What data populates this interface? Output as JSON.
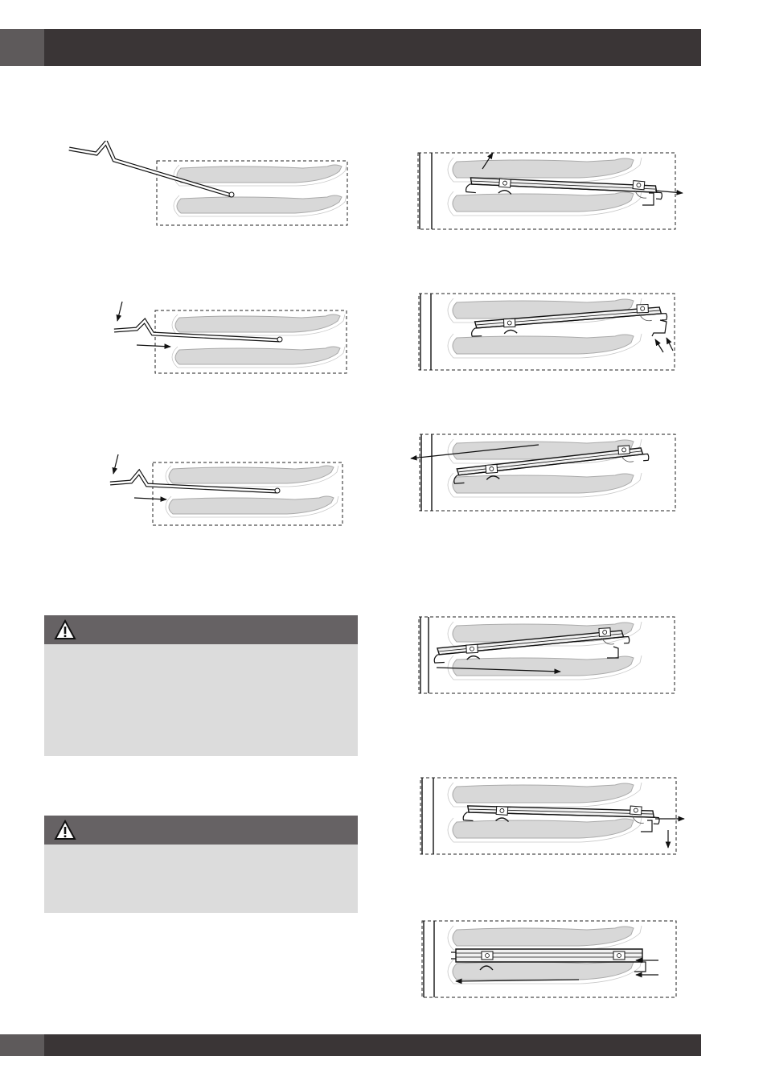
{
  "header": {
    "tab_color": "#5e5a5b",
    "bar_color": "#3a3536"
  },
  "footer": {
    "tab_color": "#5e5a5b",
    "bar_color": "#3a3536"
  },
  "warnings": [
    {
      "icon": "warning-triangle-icon",
      "header_color": "#666264",
      "body_color": "#dcdcdc"
    },
    {
      "icon": "warning-triangle-icon",
      "header_color": "#666264",
      "body_color": "#dcdcdc"
    }
  ],
  "figures": {
    "left": [
      "shelf-rail-removal-step-1",
      "shelf-rail-insert-step-2",
      "shelf-rail-insert-step-3"
    ],
    "right": [
      "telescopic-rail-step-1",
      "telescopic-rail-step-2",
      "telescopic-rail-step-3",
      "telescopic-rail-step-4",
      "telescopic-rail-step-5",
      "telescopic-rail-step-6"
    ]
  }
}
